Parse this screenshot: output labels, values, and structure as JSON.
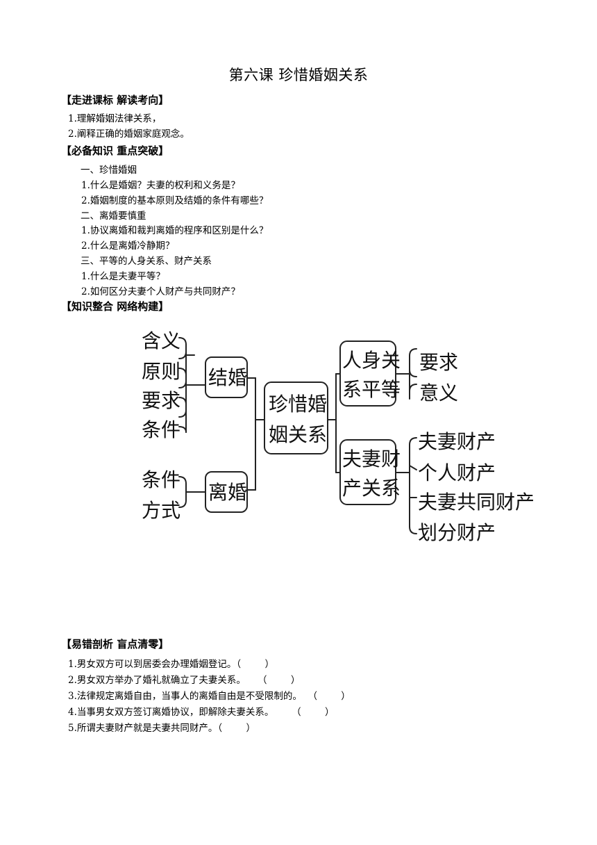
{
  "title": "第六课    珍惜婚姻关系",
  "section1": {
    "heading": "【走进课标  解读考向】",
    "items": [
      "1.理解婚姻法律关系，",
      "2.阐释正确的婚姻家庭观念。"
    ]
  },
  "section2": {
    "heading": "【必备知识  重点突破】",
    "parts": [
      {
        "title": "一、珍惜婚姻",
        "items": [
          "1.什么是婚姻？夫妻的权利和义务是？",
          "2.婚姻制度的基本原则及结婚的条件有哪些？"
        ]
      },
      {
        "title": "二、离婚要慎重",
        "items": [
          "1.协议离婚和裁判离婚的程序和区别是什么？",
          "2.什么是离婚冷静期？"
        ]
      },
      {
        "title": "三、平等的人身关系、财产关系",
        "items": [
          "1.什么是夫妻平等？",
          "2.如何区分夫妻个人财产与共同财产？"
        ]
      }
    ]
  },
  "section3": {
    "heading": "【知识整合  网络构建】",
    "diagram": {
      "center": [
        "珍惜婚",
        "姻关系"
      ],
      "marriage": {
        "label": "结婚",
        "leaves": [
          "含义",
          "原则",
          "要求",
          "条件"
        ]
      },
      "divorce": {
        "label": "离婚",
        "leaves": [
          "条件",
          "方式"
        ]
      },
      "personal": {
        "label": [
          "人身关",
          "系平等"
        ],
        "leaves": [
          "要求",
          "意义"
        ]
      },
      "property": {
        "label": [
          "夫妻财",
          "产关系"
        ],
        "leaves": [
          "夫妻财产",
          "个人财产",
          "夫妻共同财产",
          "划分财产"
        ]
      }
    }
  },
  "section4": {
    "heading": "【易错剖析  盲点清零】",
    "items": [
      "1.男女双方可以到居委会办理婚姻登记。（        ）",
      "2.男女双方举办了婚礼就确立了夫妻关系。    （        ）",
      "3.法律规定离婚自由，当事人的离婚自由是不受限制的。  （        ）",
      "4.当事男女双方签订离婚协议，即解除夫妻关系。      （        ）",
      "5.所谓夫妻财产就是夫妻共同财产。（        ）"
    ]
  }
}
